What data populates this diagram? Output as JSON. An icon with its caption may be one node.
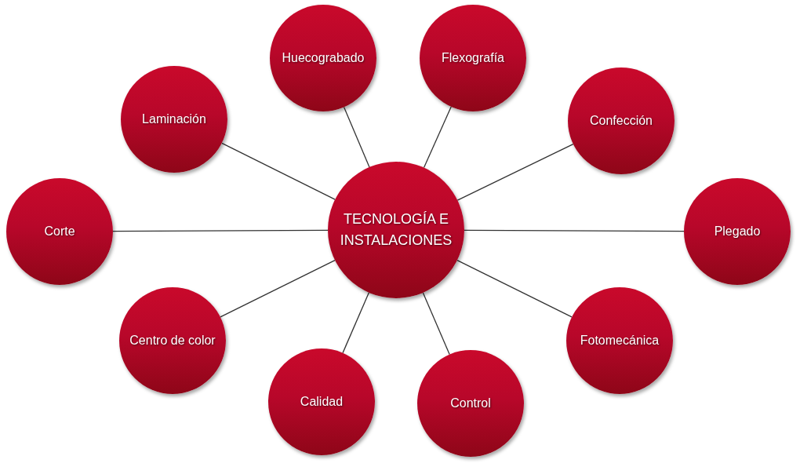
{
  "diagram": {
    "nodes": [
      {
        "text": [
          "TECNOLOGÍA E INSTALACIONES"
        ]
      },
      {
        "text": [
          "Huecograbado"
        ]
      },
      {
        "text": [
          "Flexografía"
        ]
      },
      {
        "text": [
          "Laminación"
        ]
      },
      {
        "text": [
          "Confección"
        ]
      },
      {
        "text": [
          "Corte"
        ]
      },
      {
        "text": [
          "Plegado"
        ]
      },
      {
        "text": [
          "Centro de color"
        ]
      },
      {
        "text": [
          "Fotomecánica"
        ]
      },
      {
        "text": [
          "Calidad"
        ]
      },
      {
        "text": [
          "Control"
        ]
      }
    ],
    "edges": [
      {
        "from": 0,
        "to": 1,
        "arrow": "none"
      },
      {
        "from": 0,
        "to": 2,
        "arrow": "none"
      },
      {
        "from": 0,
        "to": 3,
        "arrow": "none"
      },
      {
        "from": 0,
        "to": 4,
        "arrow": "none"
      },
      {
        "from": 0,
        "to": 5,
        "arrow": "none"
      },
      {
        "from": 0,
        "to": 6,
        "arrow": "none"
      },
      {
        "from": 0,
        "to": 7,
        "arrow": "none"
      },
      {
        "from": 0,
        "to": 8,
        "arrow": "none"
      },
      {
        "from": 0,
        "to": 9,
        "arrow": "none"
      },
      {
        "from": 0,
        "to": 10,
        "arrow": "none"
      }
    ]
  }
}
